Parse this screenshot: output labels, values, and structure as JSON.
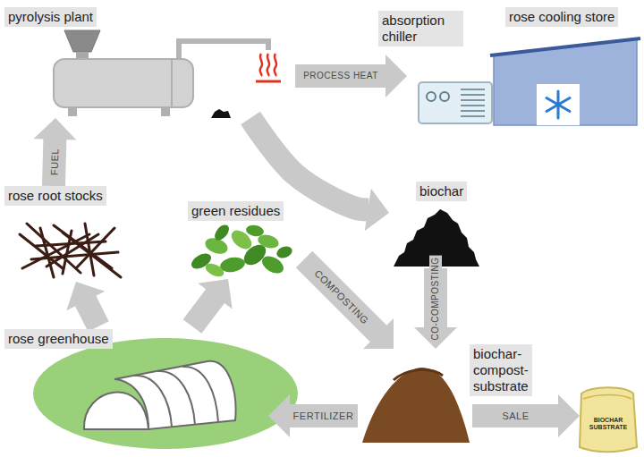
{
  "diagram": {
    "nodes": [
      {
        "text": [
          "pyrolysis plant"
        ]
      },
      {
        "text": [
          "absorption chiller"
        ]
      },
      {
        "text": [
          "rose cooling store"
        ]
      },
      {
        "text": [
          "rose root stocks"
        ]
      },
      {
        "text": [
          "green residues"
        ]
      },
      {
        "text": [
          "biochar"
        ]
      },
      {
        "text": [
          "rose greenhouse"
        ]
      },
      {
        "text": [
          "biochar-compost-substrate"
        ]
      },
      {
        "text": [
          "BIOCHAR SUBSTRATE"
        ]
      }
    ],
    "edges": [
      {
        "from": 6,
        "to": 3,
        "arrow": "to"
      },
      {
        "from": 6,
        "to": 4,
        "arrow": "to"
      },
      {
        "from": 3,
        "to": 0,
        "label": "FUEL",
        "arrow": "to"
      },
      {
        "from": 0,
        "to": 1,
        "label": "PROCESS HEAT",
        "arrow": "to"
      },
      {
        "from": 0,
        "to": 5,
        "arrow": "to"
      },
      {
        "from": 4,
        "to": 7,
        "label": "COMPOSTING",
        "arrow": "to"
      },
      {
        "from": 5,
        "to": 7,
        "label": "CO-COMPOSTING",
        "arrow": "to"
      },
      {
        "from": 7,
        "to": 6,
        "label": "FERTILIZER",
        "arrow": "to"
      },
      {
        "from": 7,
        "to": 8,
        "label": "SALE",
        "arrow": "to"
      }
    ]
  }
}
